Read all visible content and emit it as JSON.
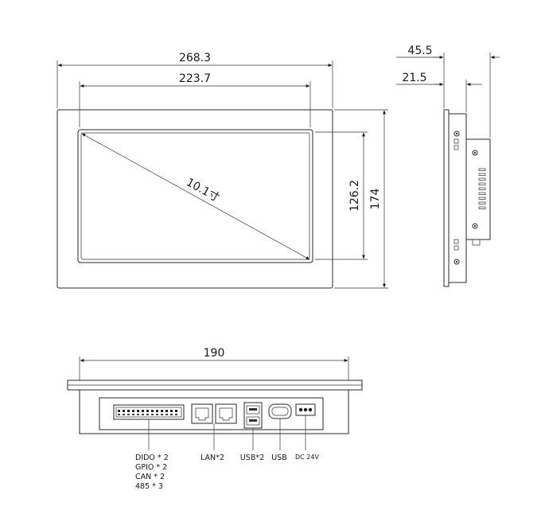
{
  "front_view": {
    "overall_width": "268.3",
    "display_width": "223.7",
    "display_height": "126.2",
    "overall_height": "174",
    "diagonal": "10.1寸"
  },
  "side_view": {
    "total_depth": "45.5",
    "panel_depth": "21.5"
  },
  "bottom_view": {
    "chassis_width": "190",
    "ports": {
      "terminal_lines": [
        "DIDO * 2",
        "GPIO * 2",
        "CAN  * 2",
        "485  * 3"
      ],
      "lan": "LAN*2",
      "usb2": "USB*2",
      "usb": "USB",
      "dc": "DC 24V"
    }
  }
}
